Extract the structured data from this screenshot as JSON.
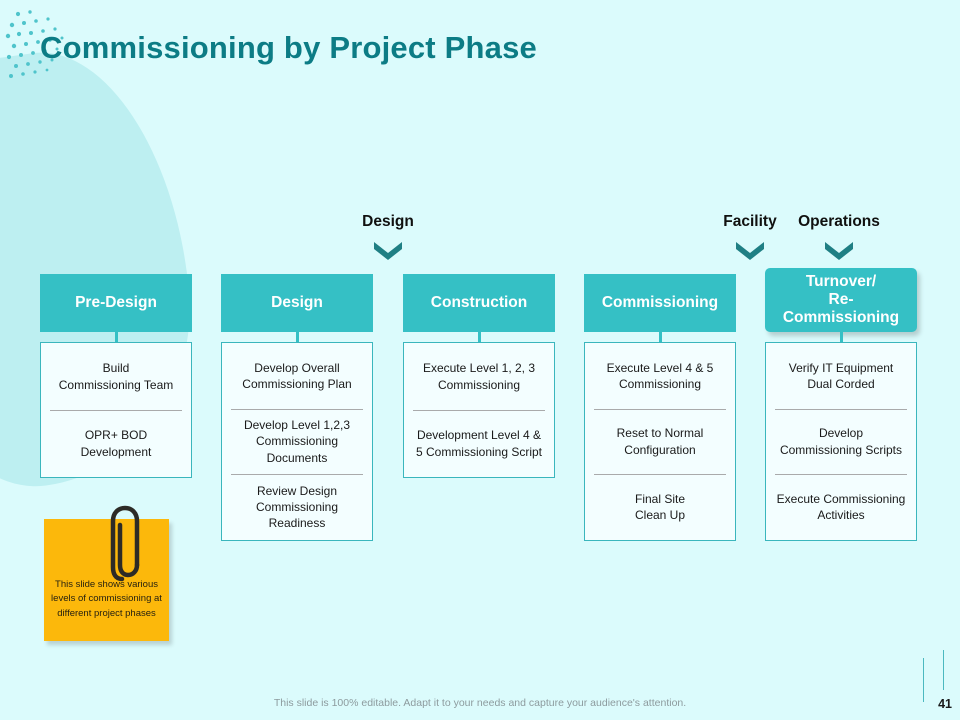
{
  "slide": {
    "title": "Commissioning by Project Phase",
    "page_number": "41",
    "footer": "This slide is 100% editable. Adapt it to your needs and capture your audience's attention.",
    "colors": {
      "background": "#dbfbfc",
      "blob": "#bdeff1",
      "accent_teal": "#35c0c5",
      "title_teal": "#0c7c85",
      "box_border": "#3ab6bd",
      "box_fill": "#f3feff",
      "chevron": "#1f7f84",
      "note_yellow": "#fcb80b"
    }
  },
  "phase_labels": [
    {
      "text": "Design",
      "icon": "chevron-down-icon"
    },
    {
      "text": "Facility",
      "icon": "chevron-down-icon"
    },
    {
      "text": "Operations",
      "icon": "chevron-down-icon"
    }
  ],
  "columns": [
    {
      "header": "Pre-Design",
      "items": [
        "Build\nCommissioning Team",
        "OPR+ BOD\nDevelopment"
      ]
    },
    {
      "header": "Design",
      "items": [
        "Develop Overall\nCommissioning Plan",
        "Develop Level 1,2,3\nCommissioning Documents",
        "Review Design\nCommissioning Readiness"
      ]
    },
    {
      "header": "Construction",
      "items": [
        "Execute Level 1, 2, 3\nCommissioning",
        "Development Level 4 &\n5 Commissioning Script"
      ]
    },
    {
      "header": "Commissioning",
      "items": [
        "Execute Level 4 & 5\nCommissioning",
        "Reset to Normal\nConfiguration",
        "Final Site\nClean Up"
      ]
    },
    {
      "header": "Turnover/\nRe-Commissioning",
      "items": [
        "Verify IT Equipment\nDual Corded",
        "Develop\nCommissioning Scripts",
        "Execute Commissioning\nActivities"
      ]
    }
  ],
  "sticky_note": {
    "text": "This slide shows various levels of commissioning at different project phases",
    "icon": "paperclip-icon"
  }
}
